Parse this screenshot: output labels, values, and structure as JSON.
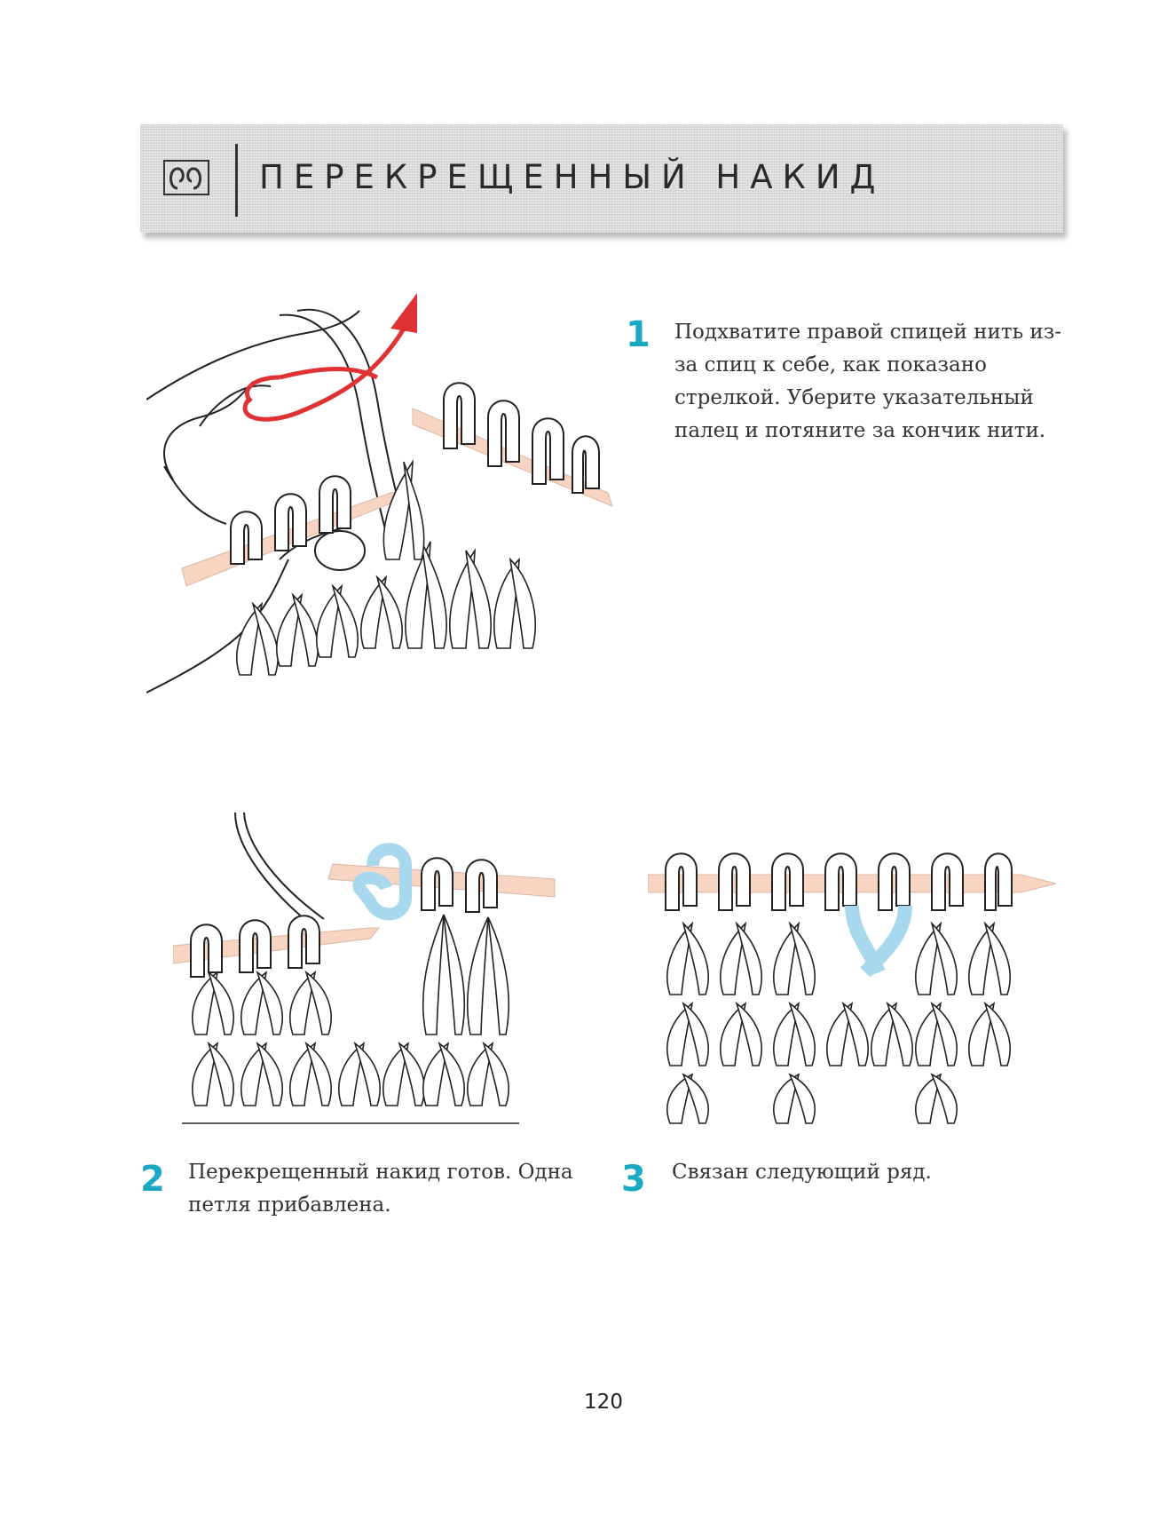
{
  "header": {
    "title": "ПЕРЕКРЕЩЕННЫЙ НАКИД",
    "icon": "yarn-loop-icon"
  },
  "steps": [
    {
      "number": "1",
      "text": "Подхватите правой спицей нить из-за спиц к себе, как показано стрелкой. Уберите указательный палец и потяните за кончик нити."
    },
    {
      "number": "2",
      "text": "Перекрещенный накид готов. Одна петля прибавлена."
    },
    {
      "number": "3",
      "text": "Связан следующий ряд."
    }
  ],
  "colors": {
    "accent": "#1aa9c4",
    "arrow": "#e03234",
    "needle": "#f8d5c2",
    "highlight_loop": "#a8d8ee"
  },
  "page_number": "120"
}
